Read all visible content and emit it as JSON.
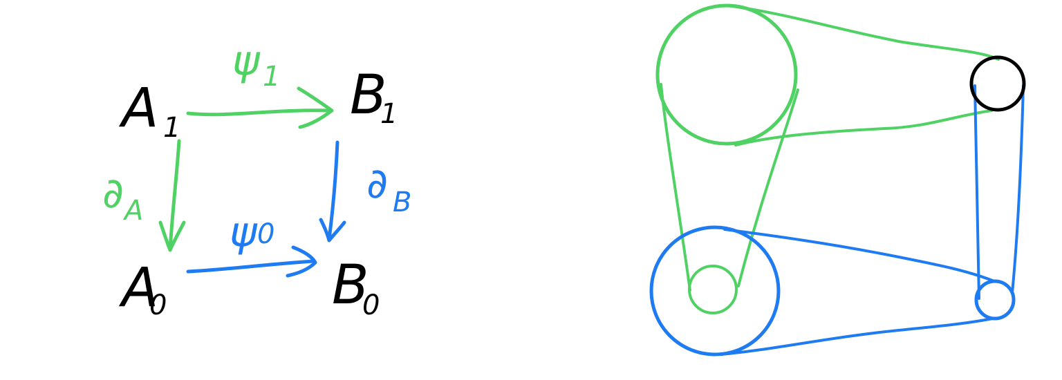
{
  "colors": {
    "ink": "#000000",
    "green": "#4fd163",
    "blue": "#1f7bf2"
  },
  "square": {
    "A1": {
      "base": "A",
      "sub": "1"
    },
    "B1": {
      "base": "B",
      "sub": "1"
    },
    "A0": {
      "base": "A",
      "sub": "0"
    },
    "B0": {
      "base": "B",
      "sub": "0"
    },
    "psi1": {
      "base": "ψ",
      "sub": "1"
    },
    "psi0": {
      "base": "ψ",
      "sub": "0"
    },
    "dA": {
      "base": "∂",
      "sub": "A"
    },
    "dB": {
      "base": "∂",
      "sub": "B"
    }
  },
  "cylinder_sketch": {
    "circles": [
      {
        "name": "A1-circle",
        "color": "green"
      },
      {
        "name": "B1-circle",
        "color": "ink"
      },
      {
        "name": "A0-circle",
        "color": "blue"
      },
      {
        "name": "B0-circle",
        "color": "blue"
      },
      {
        "name": "inner-circle",
        "color": "green"
      }
    ]
  }
}
